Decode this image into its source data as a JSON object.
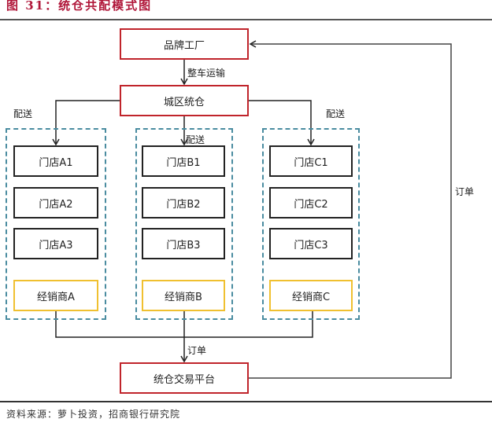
{
  "title": "图 31：统仓共配模式图",
  "source": "资料来源：萝卜投资，招商银行研究院",
  "nodes": {
    "factory": "品牌工厂",
    "warehouse": "城区统仓",
    "platform": "统仓交易平台"
  },
  "groups": [
    {
      "stores": [
        "门店A1",
        "门店A2",
        "门店A3"
      ],
      "dealer": "经销商A"
    },
    {
      "stores": [
        "门店B1",
        "门店B2",
        "门店B3"
      ],
      "dealer": "经销商B"
    },
    {
      "stores": [
        "门店C1",
        "门店C2",
        "门店C3"
      ],
      "dealer": "经销商C"
    }
  ],
  "edge_labels": {
    "truck_transport": "整车运输",
    "delivery_left": "配送",
    "delivery_middle": "配送",
    "delivery_right": "配送",
    "order_bottom": "订单",
    "order_right": "订单"
  },
  "colors": {
    "title": "#b0173a",
    "key_node_border": "#c0242b",
    "store_border": "#222222",
    "dealer_border": "#f0c030",
    "group_border": "#4a8ca0"
  }
}
